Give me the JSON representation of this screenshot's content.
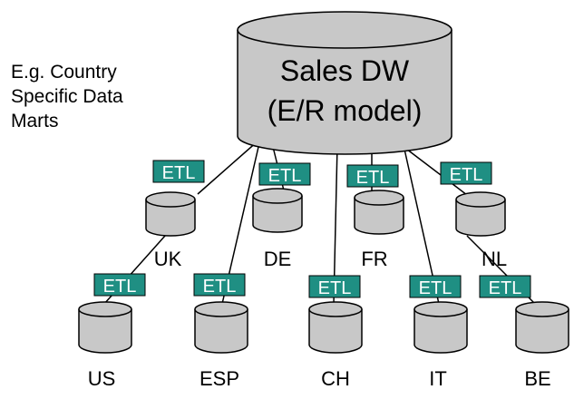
{
  "note": {
    "lines": [
      "E.g. Country",
      "Specific Data",
      "Marts"
    ]
  },
  "central": {
    "title": "Sales DW",
    "subtitle": "(E/R model)"
  },
  "etl_label": "ETL",
  "marts": {
    "uk": "UK",
    "de": "DE",
    "fr": "FR",
    "nl": "NL",
    "us": "US",
    "esp": "ESP",
    "ch": "CH",
    "it": "IT",
    "be": "BE"
  },
  "colors": {
    "cylinder_fill": "#c8c8c8",
    "cylinder_top": "#c8c8c8",
    "etl_fill": "#1f8f83",
    "etl_text": "#ffffff",
    "line": "#000000"
  }
}
